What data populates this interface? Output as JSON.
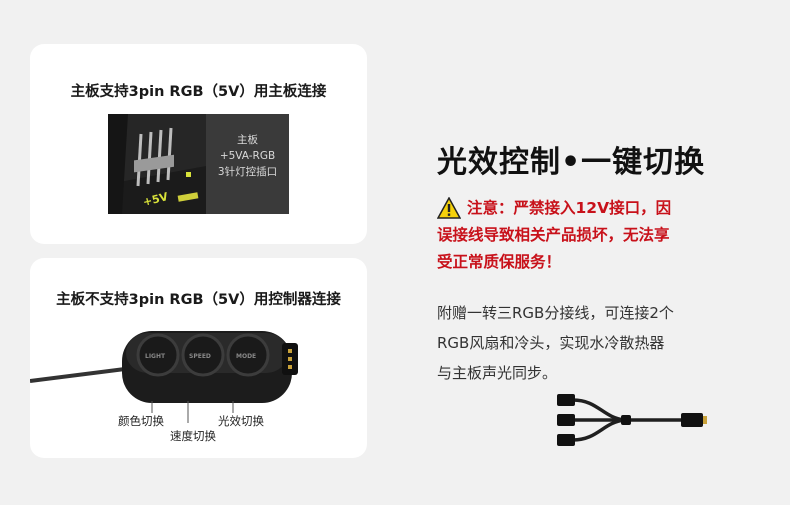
{
  "top_card": {
    "title": "主板支持3pin RGB（5V）用主板连接",
    "photo_label": [
      "主板",
      "+5VA-RGB",
      "3针灯控插口"
    ],
    "board_marking": "+5V"
  },
  "bottom_card": {
    "title": "主板不支持3pin RGB（5V）用控制器连接",
    "labels": {
      "color_switch": "颜色切换",
      "speed_switch": "速度切换",
      "effect_switch": "光效切换"
    },
    "button_texts": [
      "LIGHT",
      "SPEED",
      "MODE"
    ]
  },
  "right_panel": {
    "headline": "光效控制•一键切换",
    "warning_lines": [
      "注意：严禁接入12V接口，因",
      "误接线导致相关产品损坏，无法享",
      "受正常质保服务！"
    ],
    "description_lines": [
      "附赠一转三RGB分接线，可连接2个",
      "RGB风扇和冷头，实现水冷散热器",
      "与主板声光同步。"
    ]
  },
  "colors": {
    "warning_red": "#c8111a",
    "warning_yellow": "#f5d10a",
    "card_bg": "#ffffff",
    "page_bg": "#f1f1f1"
  },
  "icons": [
    "warning-triangle-icon"
  ]
}
